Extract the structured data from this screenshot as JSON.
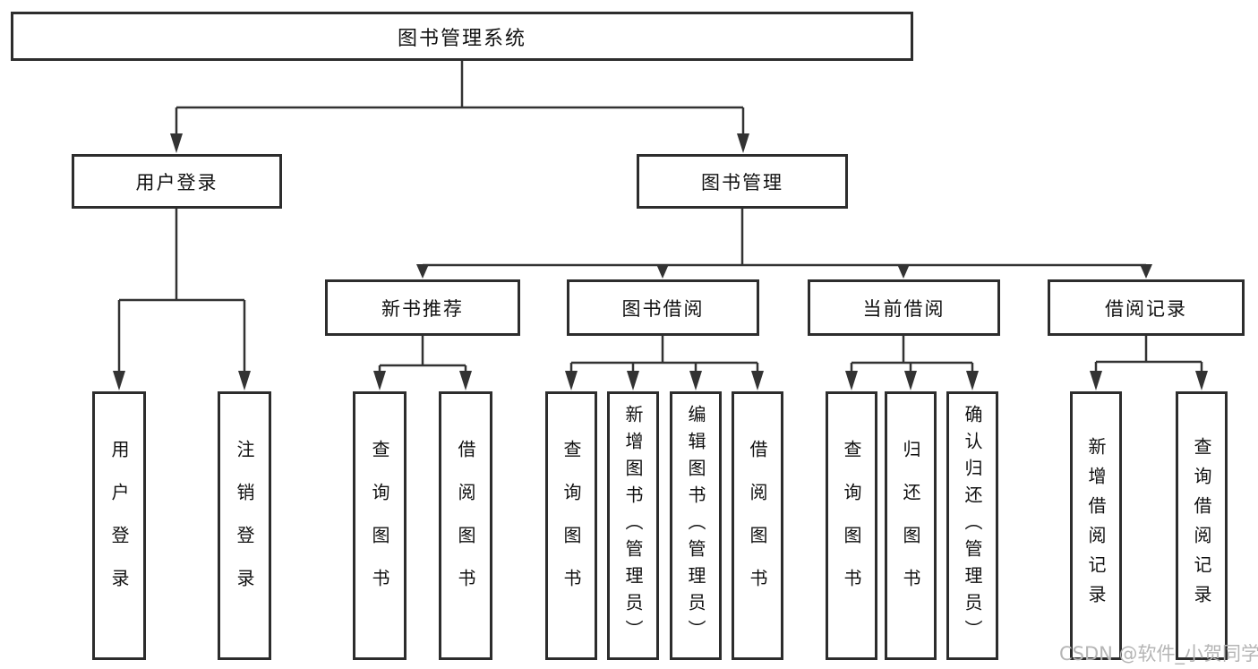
{
  "colors": {
    "background": "#ffffff",
    "line": "#333333",
    "box_border": "#2d2d2d",
    "text": "#111111",
    "watermark": "#b5b5b5"
  },
  "watermark": "CSDN @软件_小贺同学",
  "tree": {
    "root": {
      "label": "图书管理系统"
    },
    "children": [
      {
        "label": "用户登录",
        "children": [
          {
            "label": "用户登录"
          },
          {
            "label": "注销登录"
          }
        ]
      },
      {
        "label": "图书管理",
        "children": [
          {
            "label": "新书推荐",
            "children": [
              {
                "label": "查询图书"
              },
              {
                "label": "借阅图书"
              }
            ]
          },
          {
            "label": "图书借阅",
            "children": [
              {
                "label": "查询图书"
              },
              {
                "label": "新增图书（管理员）"
              },
              {
                "label": "编辑图书（管理员）"
              },
              {
                "label": "借阅图书"
              }
            ]
          },
          {
            "label": "当前借阅",
            "children": [
              {
                "label": "查询图书"
              },
              {
                "label": "归还图书"
              },
              {
                "label": "确认归还（管理员）"
              }
            ]
          },
          {
            "label": "借阅记录",
            "children": [
              {
                "label": "新增借阅记录"
              },
              {
                "label": "查询借阅记录"
              }
            ]
          }
        ]
      }
    ]
  }
}
